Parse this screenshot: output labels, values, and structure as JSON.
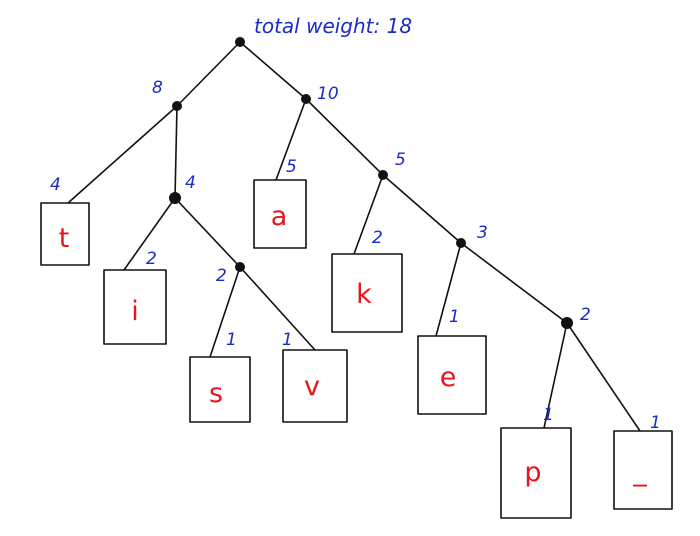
{
  "diagram": {
    "title": "total weight: 18",
    "colors": {
      "ink": "#111111",
      "weight": "#1a2bc9",
      "symbol": "#e8141e"
    },
    "nodes": {
      "root": {
        "weight": ""
      },
      "n8": {
        "weight": "8"
      },
      "n10": {
        "weight": "10"
      },
      "n4": {
        "weight": "4"
      },
      "n5": {
        "weight": "5"
      },
      "n2a": {
        "weight": "2"
      },
      "n3": {
        "weight": "3"
      },
      "n2b": {
        "weight": "2"
      }
    },
    "leaves": {
      "t": {
        "symbol": "t",
        "weight": "4"
      },
      "i": {
        "symbol": "i",
        "weight": "2"
      },
      "s": {
        "symbol": "s",
        "weight": "1"
      },
      "v": {
        "symbol": "v",
        "weight": "1"
      },
      "a": {
        "symbol": "a",
        "weight": "5"
      },
      "k": {
        "symbol": "k",
        "weight": "2"
      },
      "e": {
        "symbol": "e",
        "weight": "1"
      },
      "p": {
        "symbol": "p",
        "weight": "1"
      },
      "_": {
        "symbol": "_",
        "weight": "1"
      }
    }
  }
}
